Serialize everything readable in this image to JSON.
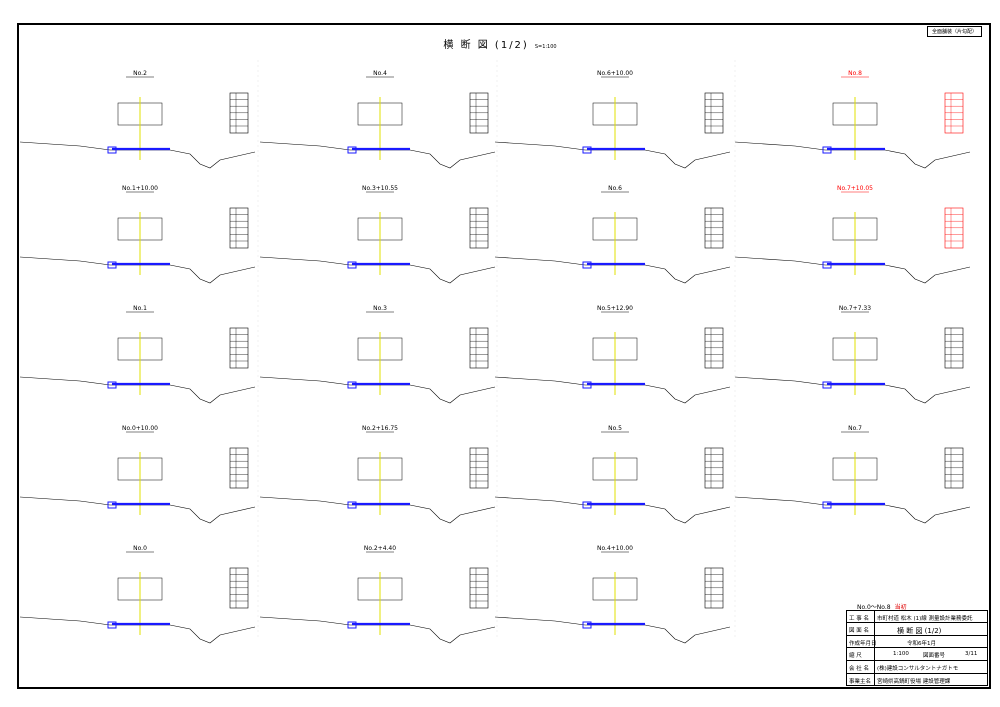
{
  "sheet": {
    "title": "横 断 図 (1/2)",
    "scale": "S=1:100",
    "stamp": "全面舗装（片勾配）"
  },
  "colors": {
    "line": "#000000",
    "road": "#1a1aff",
    "highlight": "#ff0000",
    "note": "#e0e000",
    "marker": "#cc33cc",
    "table_border": "#000000"
  },
  "sections": [
    {
      "station": "No.2",
      "highlight": false
    },
    {
      "station": "No.4",
      "highlight": false
    },
    {
      "station": "No.6+10.00",
      "highlight": false
    },
    {
      "station": "No.8",
      "highlight": true
    },
    {
      "station": "No.1+10.00",
      "highlight": false
    },
    {
      "station": "No.3+10.55",
      "highlight": false
    },
    {
      "station": "No.6",
      "highlight": false
    },
    {
      "station": "No.7+10.05",
      "highlight": true
    },
    {
      "station": "No.1",
      "highlight": false
    },
    {
      "station": "No.3",
      "highlight": false
    },
    {
      "station": "No.5+12.90",
      "highlight": false
    },
    {
      "station": "No.7+7.33",
      "highlight": false
    },
    {
      "station": "No.0+10.00",
      "highlight": false
    },
    {
      "station": "No.2+16.75",
      "highlight": false
    },
    {
      "station": "No.5",
      "highlight": false
    },
    {
      "station": "No.7",
      "highlight": false
    },
    {
      "station": "No.0",
      "highlight": false
    },
    {
      "station": "No.2+4.40",
      "highlight": false
    },
    {
      "station": "No.4+10.00",
      "highlight": false
    }
  ],
  "title_block": {
    "header": "No.0～No.8",
    "header_note": "当初",
    "rows": [
      {
        "key": "工 事 名",
        "value": "市町村道 松木 (1)線 測量設計業務委託"
      },
      {
        "key": "図 面 名",
        "value": "横 断 図 (1/2)"
      },
      {
        "key": "作成年月日",
        "value": "令和6年1月"
      },
      {
        "key": "縮 尺",
        "value": "1:100"
      },
      {
        "key": "会 社 名",
        "value": "(株)建設コンサルタントナガトモ"
      },
      {
        "key": "事業主名",
        "value": "宮崎県高鍋町役場 建設管理課"
      }
    ],
    "drawing_no_label": "図面番号",
    "drawing_no": "3/11"
  }
}
